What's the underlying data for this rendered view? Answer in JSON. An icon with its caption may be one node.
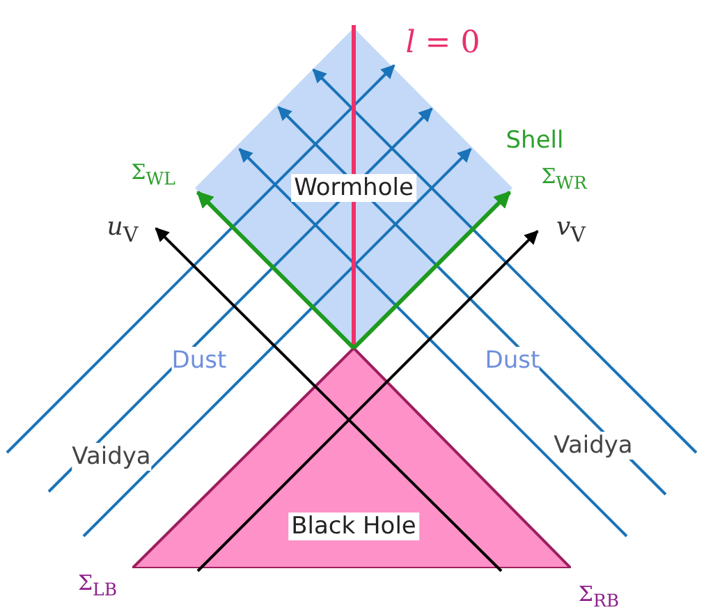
{
  "diagram": {
    "nodes": [
      {
        "text": [
          "Wormhole"
        ]
      },
      {
        "text": [
          "Black Hole"
        ]
      }
    ],
    "labels": [
      "*l* = 0",
      "Shell",
      "Σ$_{WL}$",
      "Σ$_{WR}$",
      "*u*$_{V}$",
      "*v*$_{V}$",
      "Dust",
      "Dust",
      "Vaidya",
      "Vaidya",
      "Σ$_{LB}$",
      "Σ$_{RB}$"
    ]
  }
}
